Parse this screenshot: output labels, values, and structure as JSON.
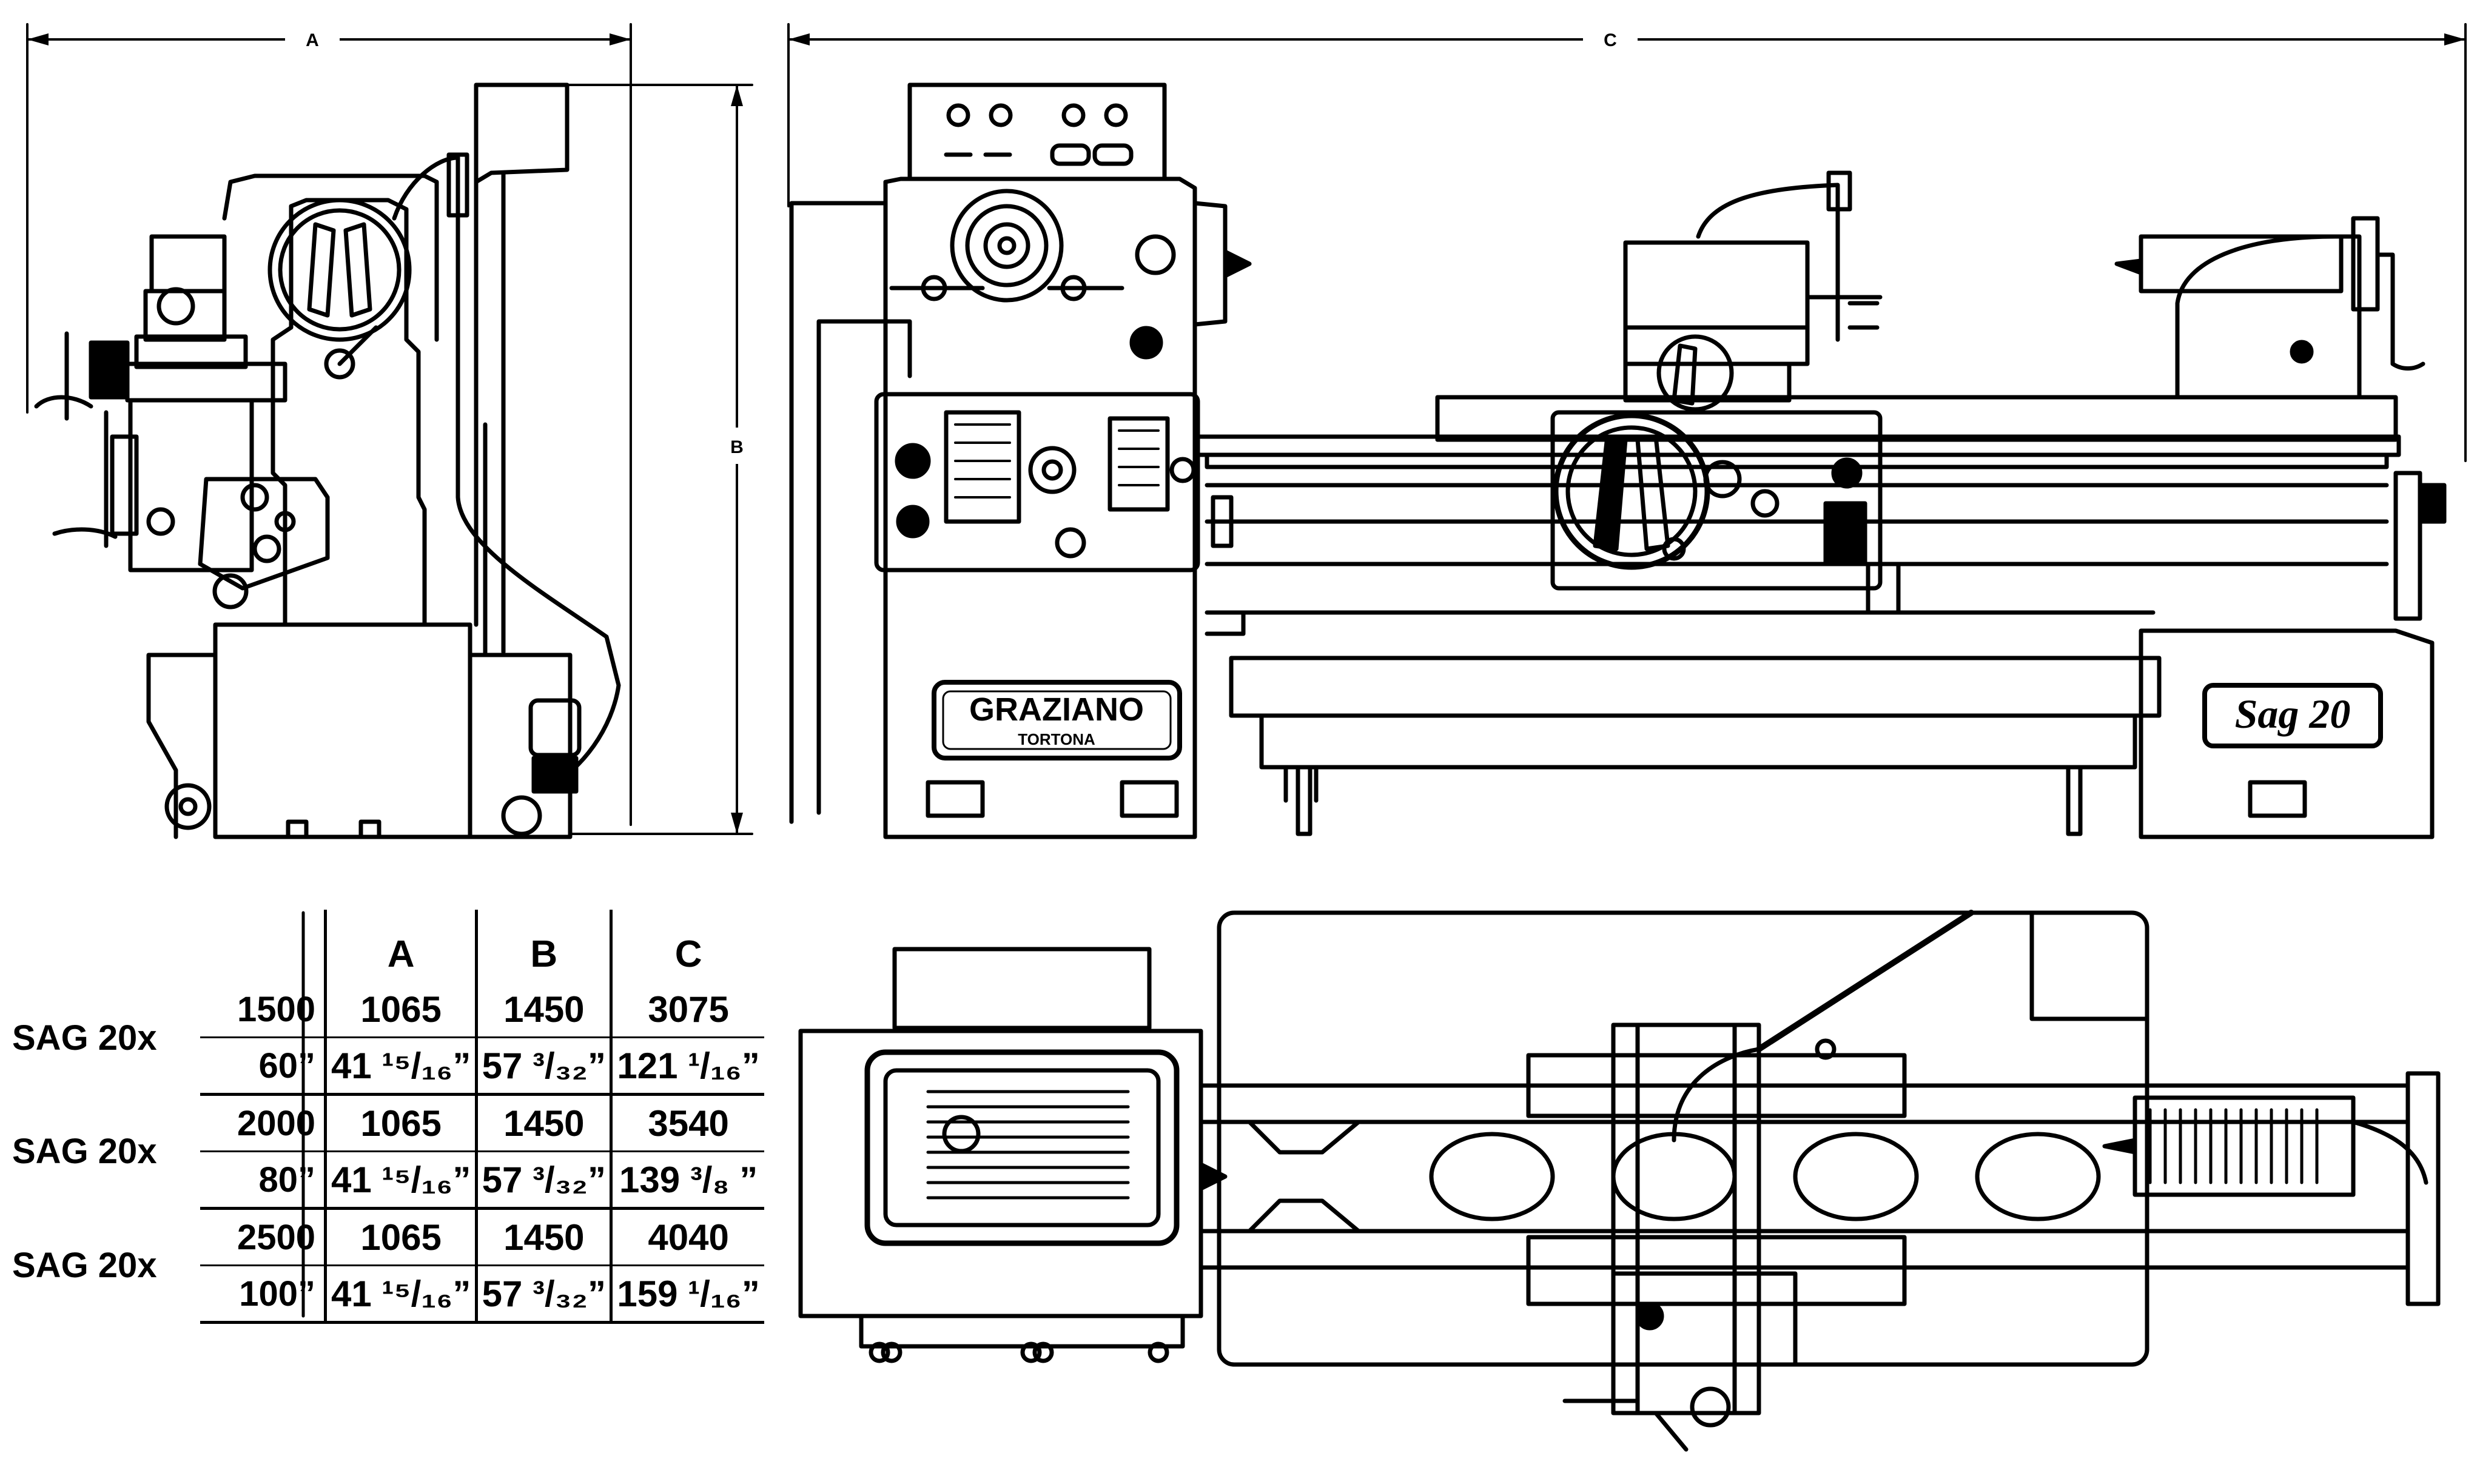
{
  "dimensions": {
    "a": "A",
    "b": "B",
    "c": "C"
  },
  "branding": {
    "maker_name": "GRAZIANO",
    "maker_city": "TORTONA",
    "model_badge": "Sag 20"
  },
  "table": {
    "headers": [
      "",
      "",
      "A",
      "B",
      "C"
    ],
    "rows": [
      {
        "model": "SAG  20x",
        "size_metric": "1500",
        "size_imperial": "60”",
        "a_mm": "1065",
        "b_mm": "1450",
        "c_mm": "3075",
        "a_in": "41 ¹⁵/₁₆”",
        "b_in": "57 ³/₃₂”",
        "c_in": "121 ¹/₁₆”"
      },
      {
        "model": "SAG  20x",
        "size_metric": "2000",
        "size_imperial": "80”",
        "a_mm": "1065",
        "b_mm": "1450",
        "c_mm": "3540",
        "a_in": "41 ¹⁵/₁₆”",
        "b_in": "57 ³/₃₂”",
        "c_in": "139 ³/₈ ”"
      },
      {
        "model": "SAG  20x",
        "size_metric": "2500",
        "size_imperial": "100”",
        "a_mm": "1065",
        "b_mm": "1450",
        "c_mm": "4040",
        "a_in": "41 ¹⁵/₁₆”",
        "b_in": "57 ³/₃₂”",
        "c_in": "159 ¹/₁₆”"
      }
    ]
  }
}
